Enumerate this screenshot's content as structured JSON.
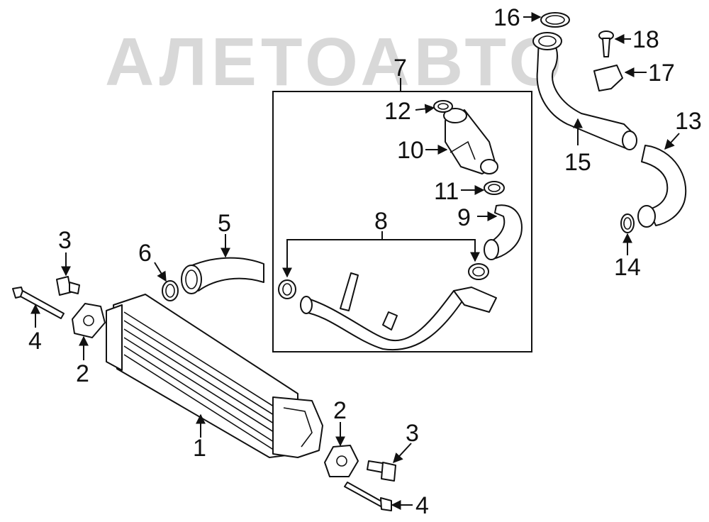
{
  "watermark": {
    "text": "АЛЕТОАВТО"
  },
  "callouts": [
    {
      "id": "c1",
      "label": "1"
    },
    {
      "id": "c2a",
      "label": "2"
    },
    {
      "id": "c2b",
      "label": "2"
    },
    {
      "id": "c3a",
      "label": "3"
    },
    {
      "id": "c3b",
      "label": "3"
    },
    {
      "id": "c4a",
      "label": "4"
    },
    {
      "id": "c4b",
      "label": "4"
    },
    {
      "id": "c5",
      "label": "5"
    },
    {
      "id": "c6",
      "label": "6"
    },
    {
      "id": "c7",
      "label": "7"
    },
    {
      "id": "c8",
      "label": "8"
    },
    {
      "id": "c9",
      "label": "9"
    },
    {
      "id": "c10",
      "label": "10"
    },
    {
      "id": "c11",
      "label": "11"
    },
    {
      "id": "c12",
      "label": "12"
    },
    {
      "id": "c13",
      "label": "13"
    },
    {
      "id": "c14",
      "label": "14"
    },
    {
      "id": "c15",
      "label": "15"
    },
    {
      "id": "c16",
      "label": "16"
    },
    {
      "id": "c17",
      "label": "17"
    },
    {
      "id": "c18",
      "label": "18"
    }
  ]
}
